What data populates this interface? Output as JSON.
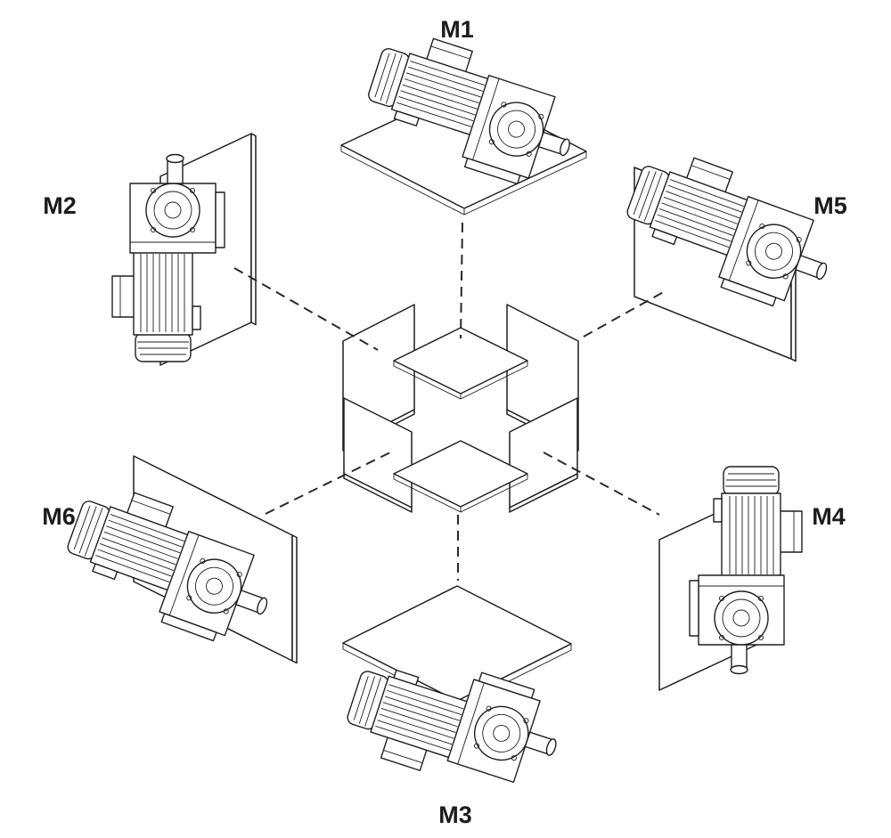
{
  "diagram": {
    "background": "#ffffff",
    "line_color": "#1f1f1f",
    "labels": {
      "m1": "M1",
      "m2": "M2",
      "m3": "M3",
      "m4": "M4",
      "m5": "M5",
      "m6": "M6"
    }
  }
}
